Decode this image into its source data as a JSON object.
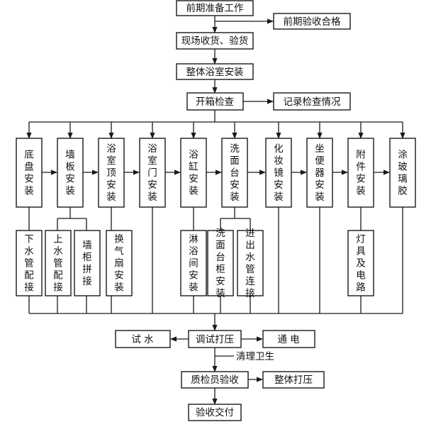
{
  "flow": {
    "prep": "前期准备工作",
    "acceptance_ok": "前期验收合格",
    "receive": "现场收货、验货",
    "install_all": "整体浴室安装",
    "unpack": "开箱检查",
    "record": "记录检查情况",
    "test_water": "试  水",
    "debug": "调试打压",
    "power": "通  电",
    "clean": "清理卫生",
    "qc": "质检员验收",
    "polish": "整体打压",
    "deliver": "验收交付"
  },
  "steps": [
    "底盘安装",
    "墙板安装",
    "浴室顶安装",
    "浴室门安装",
    "浴缸安装",
    "洗面台安装",
    "化妆镜安装",
    "坐便器安装",
    "附件安装",
    "涂玻璃胶"
  ],
  "substeps": [
    "下水管配接",
    "上水管配接",
    "墙柜拼接",
    "换气扇安装",
    "淋浴间安装",
    "洗面台柜安装",
    "进出水管连接",
    "灯具及电路"
  ]
}
